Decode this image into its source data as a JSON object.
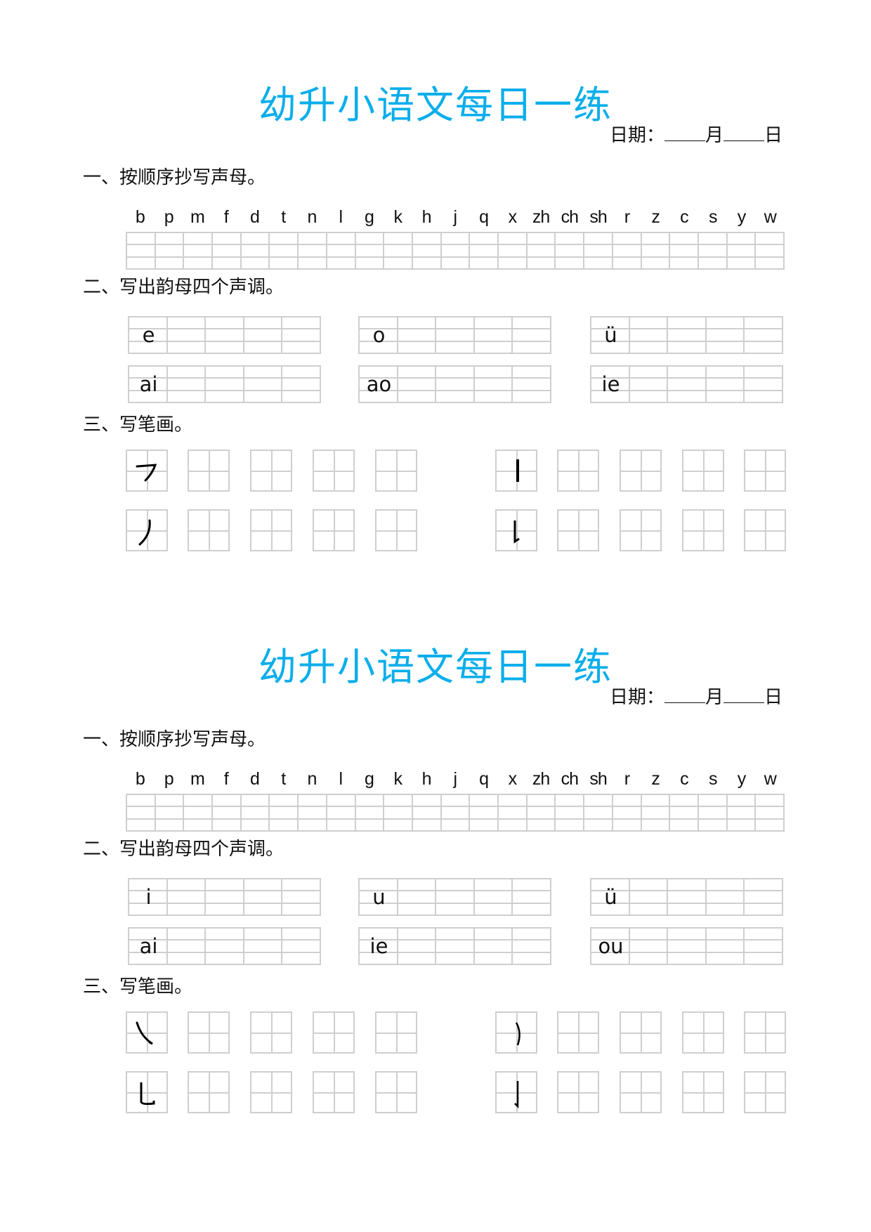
{
  "sheets": [
    {
      "title": "幼升小语文每日一练",
      "date": {
        "label": "日期：",
        "month": "月",
        "day": "日"
      },
      "q1": {
        "label": "一、按顺序抄写声母。"
      },
      "shengmu": [
        "b",
        "p",
        "m",
        "f",
        "d",
        "t",
        "n",
        "l",
        "g",
        "k",
        "h",
        "j",
        "q",
        "x",
        "zh",
        "ch",
        "sh",
        "r",
        "z",
        "c",
        "s",
        "y",
        "w"
      ],
      "q2": {
        "label": "二、写出韵母四个声调。"
      },
      "yunmu": [
        "e",
        "o",
        "ü",
        "ai",
        "ao",
        "ie"
      ],
      "q3": {
        "label": "三、写笔画。"
      },
      "bihua": [
        "heng-pie-stroke",
        "shu-stroke",
        "pie-stroke",
        "shu-zuo-stroke"
      ]
    },
    {
      "title": "幼升小语文每日一练",
      "date": {
        "label": "日期：",
        "month": "月",
        "day": "日"
      },
      "q1": {
        "label": "一、按顺序抄写声母。"
      },
      "shengmu": [
        "b",
        "p",
        "m",
        "f",
        "d",
        "t",
        "n",
        "l",
        "g",
        "k",
        "h",
        "j",
        "q",
        "x",
        "zh",
        "ch",
        "sh",
        "r",
        "z",
        "c",
        "s",
        "y",
        "w"
      ],
      "q2": {
        "label": "二、写出韵母四个声调。"
      },
      "yunmu": [
        "i",
        "u",
        "ü",
        "ai",
        "ie",
        "ou"
      ],
      "q3": {
        "label": "三、写笔画。"
      },
      "bihua": [
        "na-stroke",
        "wan-gou-stroke",
        "shu-wan-gou-stroke",
        "shu-gou-stroke"
      ]
    }
  ],
  "colors": {
    "title": "#0aaeea",
    "grid": "#cfcfcf",
    "text": "#111111"
  }
}
